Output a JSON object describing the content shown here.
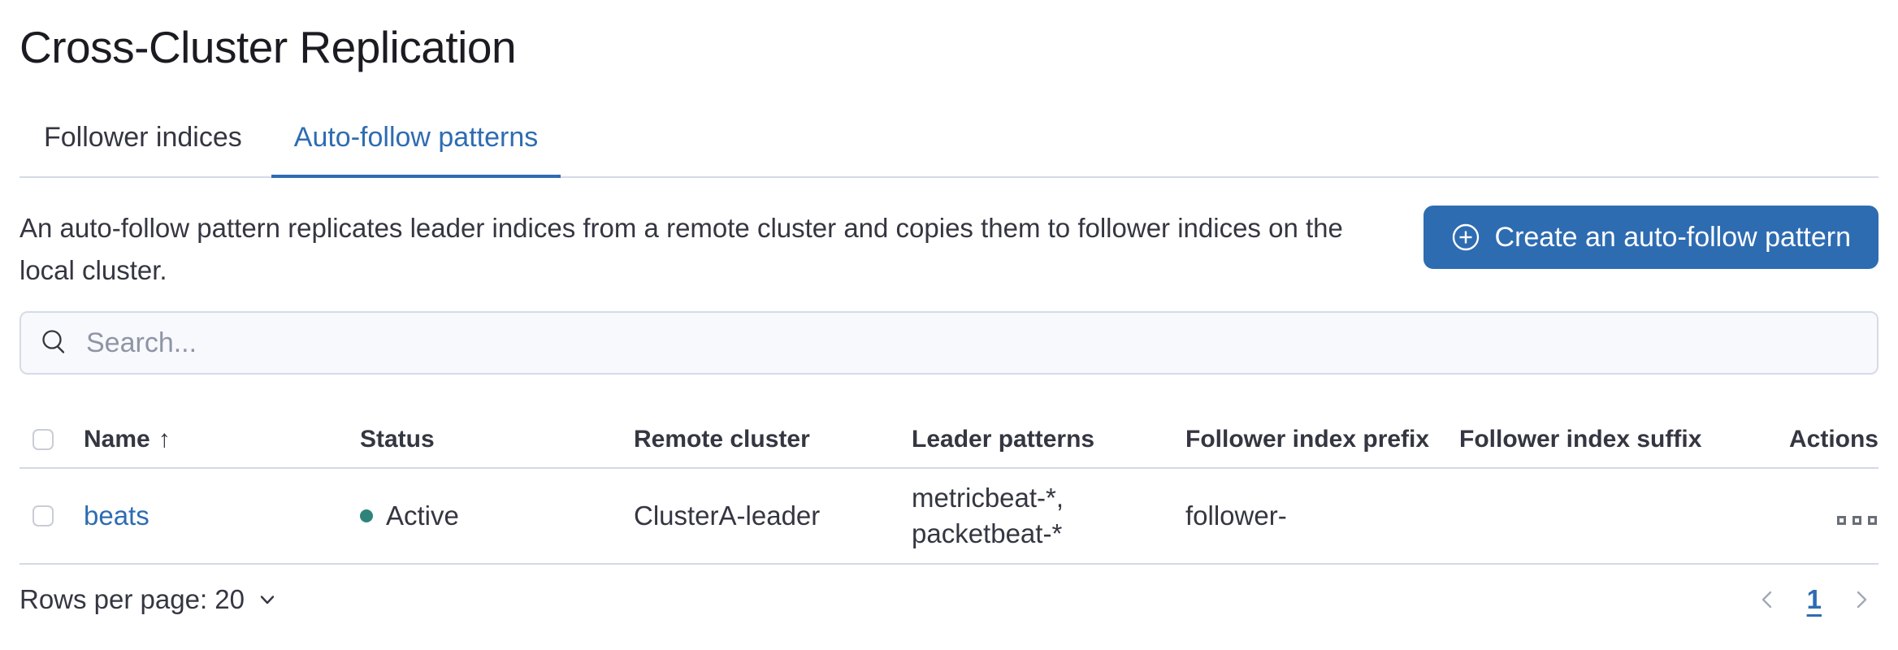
{
  "page": {
    "title": "Cross-Cluster Replication"
  },
  "tabs": [
    {
      "label": "Follower indices",
      "active": false
    },
    {
      "label": "Auto-follow patterns",
      "active": true
    }
  ],
  "description": {
    "text": "An auto-follow pattern replicates leader indices from a remote cluster and copies them to follower indices on the local cluster."
  },
  "create_button": {
    "label": "Create an auto-follow pattern",
    "icon": "plus-in-circle"
  },
  "search": {
    "placeholder": "Search...",
    "icon": "magnifier"
  },
  "table": {
    "columns": [
      "Name",
      "Status",
      "Remote cluster",
      "Leader patterns",
      "Follower index prefix",
      "Follower index suffix",
      "Actions"
    ],
    "sort": {
      "column": "Name",
      "direction": "ascending"
    },
    "rows": [
      {
        "name": "beats",
        "status": "Active",
        "remote_cluster": "ClusterA-leader",
        "leader_patterns": "metricbeat-*, packetbeat-*",
        "follower_index_prefix": "follower-",
        "follower_index_suffix": "",
        "actions_icon": "boxes-horizontal"
      }
    ]
  },
  "pagination": {
    "rows_per_page_label": "Rows per page: 20",
    "current_page": "1"
  },
  "icons": {
    "sort_ascending": "↑"
  },
  "colors": {
    "accent_blue": "#2e6cb2",
    "title_text": "#1a1c21",
    "body_text": "#343741",
    "border": "#d3dae6",
    "status_active_dot": "#2e847a",
    "placeholder_text": "#8e95a5",
    "icon_gray": "#69707d",
    "search_background": "#f8f9fc"
  }
}
